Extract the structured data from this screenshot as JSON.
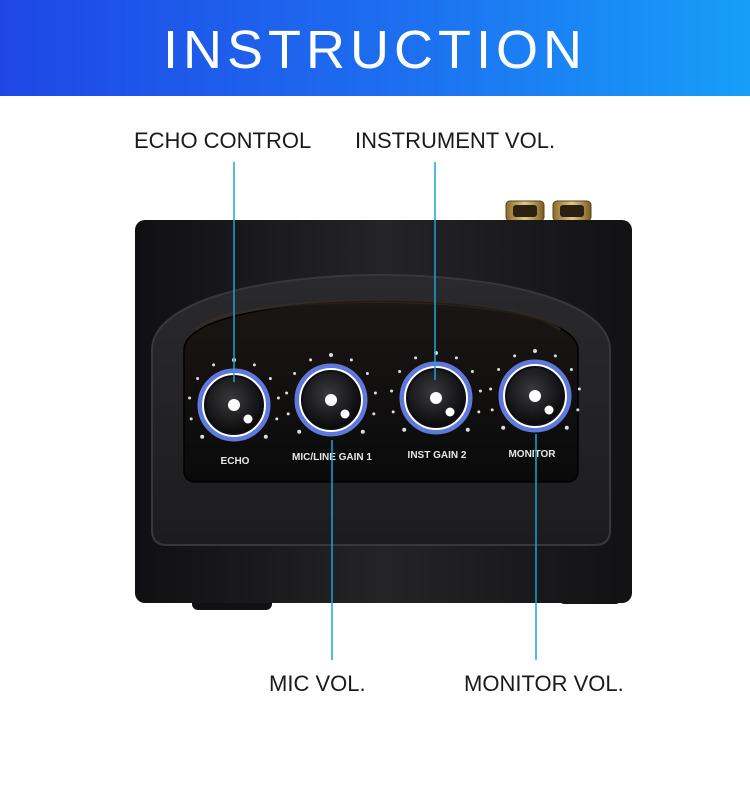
{
  "banner": {
    "title": "INSTRUCTION"
  },
  "callouts": {
    "echo_control": "ECHO CONTROL",
    "instrument_vol": "INSTRUMENT VOL.",
    "mic_vol": "MIC VOL.",
    "monitor_vol": "MONITOR VOL."
  },
  "knobs": [
    {
      "label": "ECHO"
    },
    {
      "label": "MIC/LINE GAIN 1"
    },
    {
      "label": "INST GAIN 2"
    },
    {
      "label": "MONITOR"
    }
  ],
  "colors": {
    "banner_start": "#1f47e6",
    "banner_end": "#179ef8",
    "callout_line": "#1aa3d6",
    "device_body": "#1b1b1d",
    "knob_glow": "#6f8cff"
  }
}
